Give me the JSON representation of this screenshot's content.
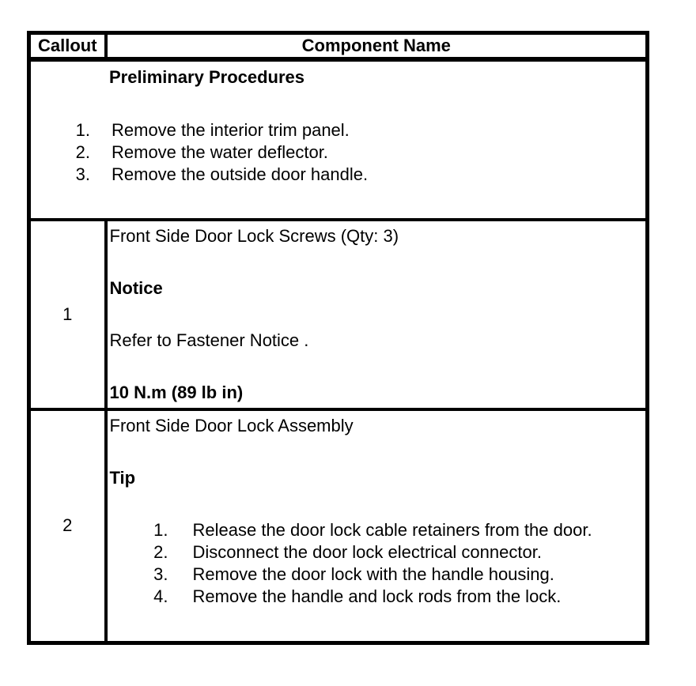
{
  "table": {
    "header": {
      "callout": "Callout",
      "component": "Component Name"
    },
    "rows": [
      {
        "heading": "Preliminary Procedures",
        "steps": [
          {
            "num": "1.",
            "text": "Remove the interior trim panel."
          },
          {
            "num": "2.",
            "text": "Remove the water deflector."
          },
          {
            "num": "3.",
            "text": "Remove the outside door handle."
          }
        ]
      },
      {
        "callout": "1",
        "title": "Front Side Door Lock Screws (Qty: 3)",
        "notice_label": "Notice",
        "notice_text": "Refer to Fastener Notice .",
        "torque": "10 N.m (89 lb in)"
      },
      {
        "callout": "2",
        "title": "Front Side Door Lock Assembly",
        "tip_label": "Tip",
        "steps": [
          {
            "num": "1.",
            "text": "Release the door lock cable retainers from the door."
          },
          {
            "num": "2.",
            "text": "Disconnect the door lock electrical connector."
          },
          {
            "num": "3.",
            "text": "Remove the door lock with the handle housing."
          },
          {
            "num": "4.",
            "text": "Remove the handle and lock rods from the lock."
          }
        ]
      }
    ]
  },
  "colors": {
    "border": "#000000",
    "background": "#ffffff",
    "text": "#000000"
  }
}
